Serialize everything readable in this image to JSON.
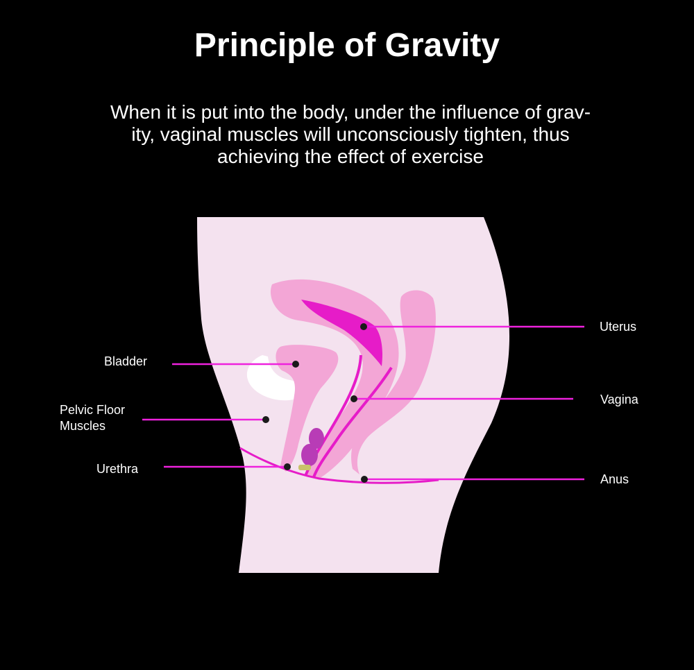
{
  "title": "Principle of Gravity",
  "description": {
    "lines": [
      "When it is put into the body, under the influence of grav-",
      "ity, vaginal muscles will unconsciously tighten, thus",
      "achieving the effect of exercise"
    ]
  },
  "labels": {
    "uterus": "Uterus",
    "bladder": "Bladder",
    "vagina": "Vagina",
    "pelvic_floor_muscles": [
      "Pelvic Floor",
      "Muscles"
    ],
    "urethra": "Urethra",
    "anus": "Anus"
  },
  "colors": {
    "background": "#000000",
    "body": "#f4e2ef",
    "organ_light": "#f3a6d6",
    "organ_strong": "#e61cc8",
    "leader_line": "#ee22dd",
    "device": "#b83cb6"
  }
}
